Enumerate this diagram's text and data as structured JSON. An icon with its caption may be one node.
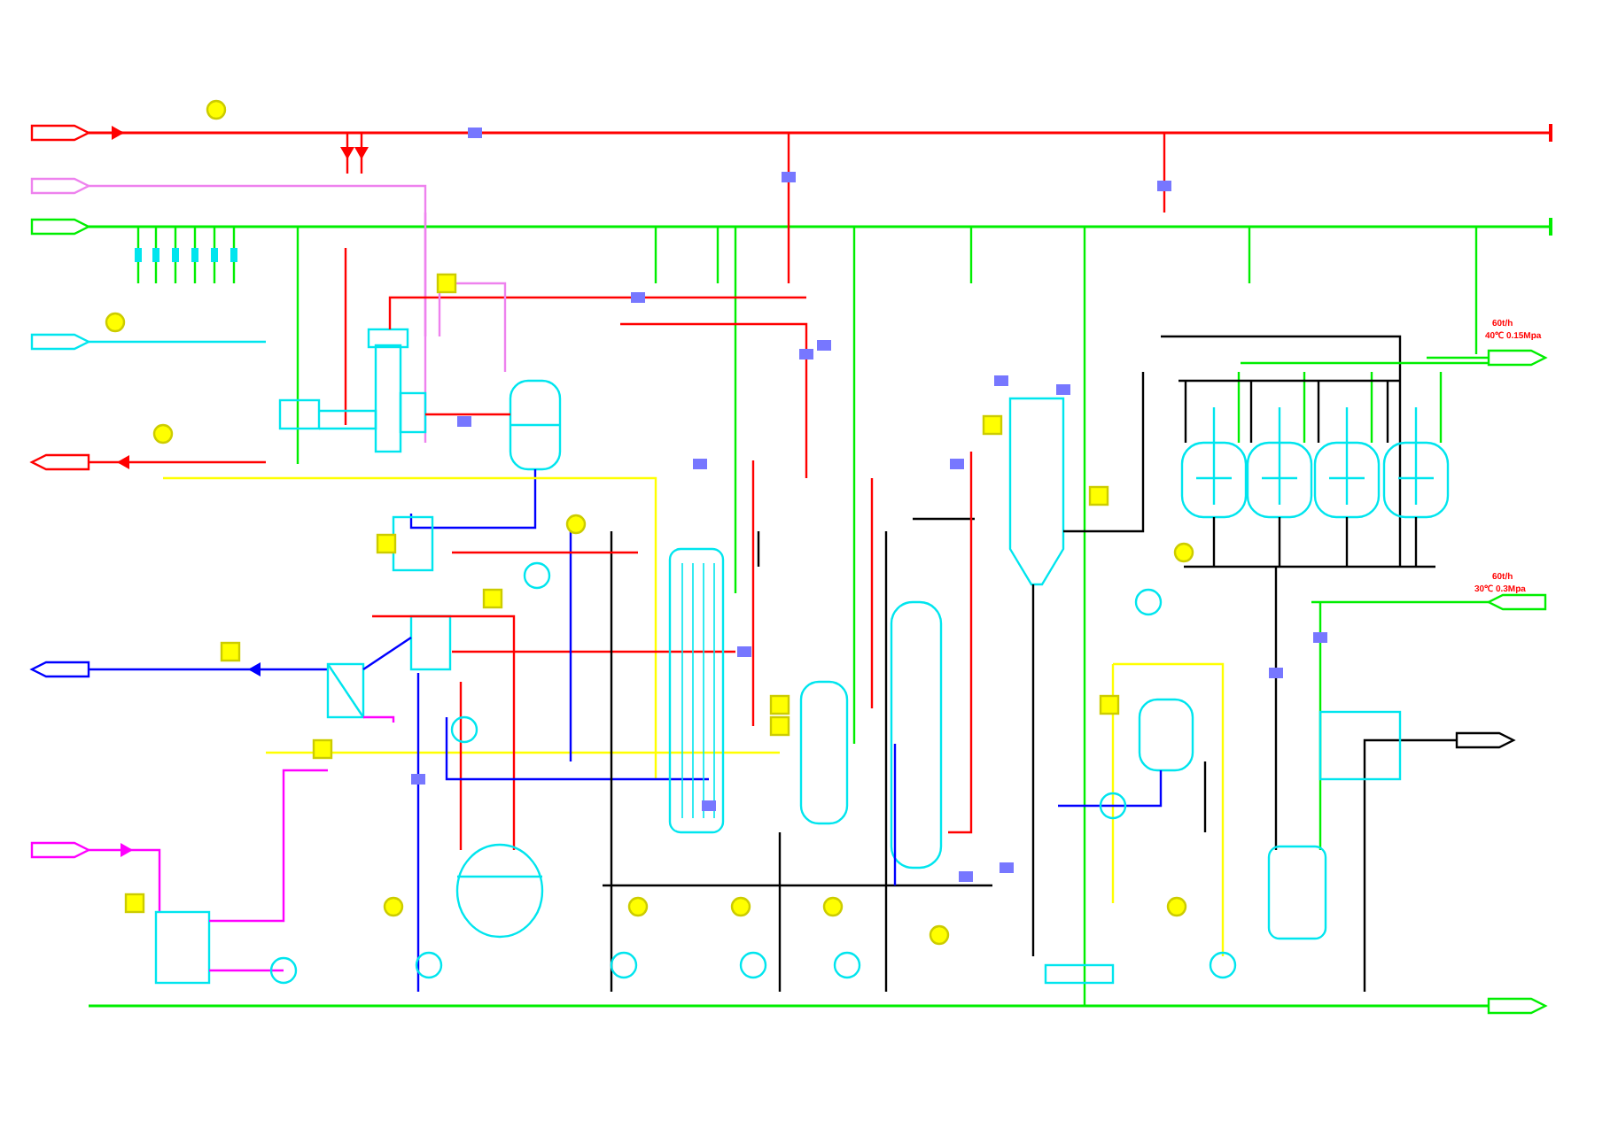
{
  "diagram": {
    "labels": [
      "60t/h",
      "40℃ 0.15Mpa",
      "60t/h",
      "30℃ 0.3Mpa"
    ]
  }
}
